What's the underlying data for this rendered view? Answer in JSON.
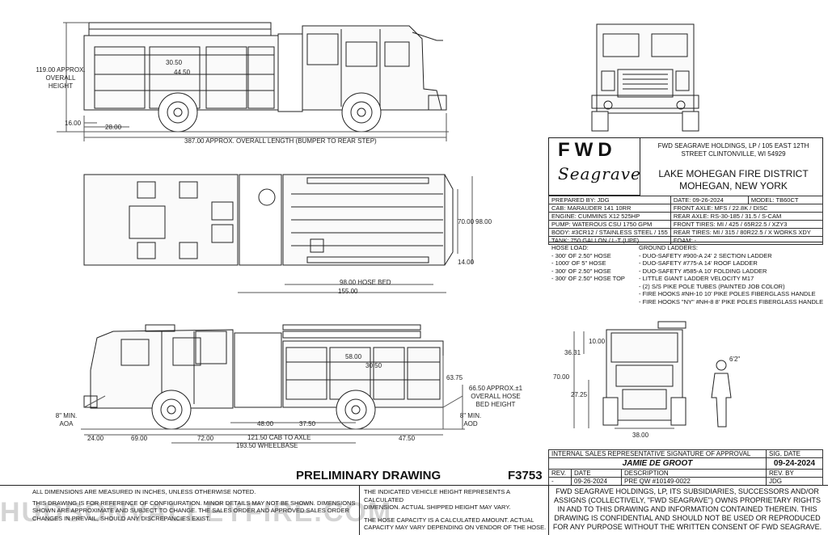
{
  "title_block": {
    "brand_fwd": "FWD",
    "brand_seagrave": "Seagrave",
    "company_address": "FWD SEAGRAVE HOLDINGS, LP / 105 EAST 12TH STREET CLINTONVILLE, WI 54929",
    "customer_line1": "LAKE MOHEGAN FIRE DISTRICT",
    "customer_line2": "MOHEGAN, NEW YORK",
    "rows": [
      [
        "PREPARED BY: JDG",
        "DATE: 09-26-2024",
        "MODEL: TB60CT"
      ],
      [
        "CAB: MARAUDER 141 10RR",
        "FRONT AXLE: MFS / 22.8K / DISC"
      ],
      [
        "ENGINE: CUMMINS X12 525HP",
        "REAR AXLE: RS-30-185 / 31.5 / S-CAM"
      ],
      [
        "PUMP: WATEROUS CSU 1750 GPM",
        "FRONT TIRES: MI / 425 / 65R22.5 / XZY3"
      ],
      [
        "BODY: #3CR12 / STAINLESS STEEL / 155",
        "REAR TIRES: MI / 315 / 80R22.5 / X WORKS XDY"
      ],
      [
        "TANK: 750 GALLON / L-T (UPF)",
        "FOAM: -"
      ]
    ]
  },
  "hose_load": {
    "title": "HOSE LOAD:",
    "items": [
      "- 300' OF 2.50\" HOSE",
      "- 1000' OF 5\" HOSE",
      "- 300' OF 2.50\" HOSE",
      "- 300' OF 2.50\" HOSE TOP"
    ]
  },
  "ground_ladders": {
    "title": "GROUND LADDERS:",
    "items": [
      "- DUO-SAFETY #900-A 24' 2 SECTION LADDER",
      "- DUO-SAFETY #775-A 14' ROOF LADDER",
      "- DUO-SAFETY #585-A 10' FOLDING LADDER",
      "- LITTLE GIANT LADDER VELOCITY M17",
      "- (2) S/S PIKE POLE TUBES (PAINTED JOB COLOR)",
      "- FIRE HOOKS #NH-10 10' PIKE POLES FIBERGLASS HANDLE",
      "- FIRE HOOKS \"NY\" #NH-8 8' PIKE POLES FIBERGLASS HANDLE"
    ]
  },
  "dimensions": {
    "side_top": {
      "height": "119.00 APPROX. OVERALL HEIGHT",
      "overall_length": "387.00 APPROX. OVERALL LENGTH (BUMPER TO REAR STEP)",
      "d16": "16.00",
      "d28": "28.00",
      "d3050": "30.50",
      "d4450": "44.50"
    },
    "plan": {
      "hose_bed": "98.00 HOSE BED",
      "d155": "155.00",
      "d70": "70.00",
      "d98": "98.00",
      "d14": "14.00"
    },
    "side_bottom": {
      "d5800": "58.00",
      "d3050": "30.50",
      "d6375": "63.75",
      "bed_height": "66.50 APPROX.±1 OVERALL HOSE BED HEIGHT",
      "aoa": "8\" MIN. AOA",
      "aod": "8\" MIN. AOD",
      "d24": "24.00",
      "d69": "69.00",
      "d72": "72.00",
      "d48": "48.00",
      "d3750": "37.50",
      "cab_to_axle": "121.50 CAB TO AXLE",
      "d4750": "47.50",
      "wheelbase": "193.50 WHEELBASE"
    },
    "rear": {
      "d10": "10.00",
      "d3631": "36.31",
      "d70": "70.00",
      "d2725": "27.25",
      "d38": "38.00",
      "person_height": "6'2\""
    }
  },
  "approval": {
    "header_left": "INTERNAL SALES REPRESENTATIVE SIGNATURE OF APPROVAL",
    "header_right": "SIG, DATE",
    "name": "JAMIE DE GROOT",
    "date": "09-24-2024",
    "rev_headers": [
      "REV.",
      "DATE",
      "DESCRIPTION",
      "REV. BY"
    ],
    "rev_row": [
      "-",
      "09-26-2024",
      "PRE QW #10149-0022",
      "JDG"
    ]
  },
  "preliminary": "PRELIMINARY DRAWING",
  "drawing_number": "F3753",
  "notes_left": [
    "ALL DIMENSIONS ARE MEASURED IN INCHES, UNLESS OTHERWISE NOTED.",
    "THIS DRAWING IS FOR REFERENCE OF CONFIGURATION. MINOR DETAILS MAY NOT BE SHOWN. DIMENSIONS",
    "SHOWN ARE APPROXIMATE AND SUBJECT TO CHANGE. THE SALES ORDER AND APPROVED SALES ORDER",
    "CHANGES IN PREVAIL, SHOULD ANY DISCREPANCIES EXIST."
  ],
  "notes_mid": [
    "THE INDICATED VEHICLE HEIGHT REPRESENTS A CALCULATED",
    "DIMENSION. ACTUAL SHIPPED HEIGHT MAY VARY.",
    "THE HOSE CAPACITY IS A CALCULATED AMOUNT. ACTUAL",
    "CAPACITY MAY VARY DEPENDING ON VENDOR OF THE HOSE."
  ],
  "legal": "FWD SEAGRAVE HOLDINGS, LP, ITS SUBSIDIARIES, SUCCESSORS AND/OR ASSIGNS (COLLECTIVELY, \"FWD SEAGRAVE\") OWNS PROPRIETARY RIGHTS IN AND TO THIS DRAWING AND INFORMATION CONTAINED THEREIN. THIS DRAWING IS CONFIDENTIAL AND SHOULD NOT BE USED OR REPRODUCED FOR ANY PURPOSE WITHOUT THE WRITTEN CONSENT OF FWD SEAGRAVE.",
  "watermark": "HUDSONVALLEYFIRE.COM"
}
